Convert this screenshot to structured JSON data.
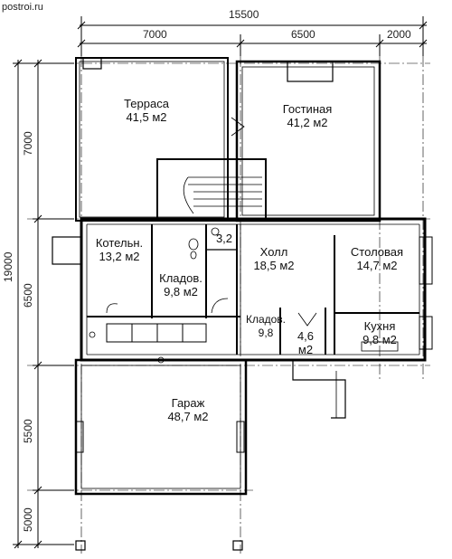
{
  "site": "postroi.ru",
  "dimensions": {
    "total_width": "15500",
    "top_segments": [
      "7000",
      "6500",
      "2000"
    ],
    "total_height": "19000",
    "left_segments": [
      "7000",
      "6500",
      "5500",
      "5000"
    ]
  },
  "rooms": [
    {
      "name": "Терраса",
      "area": "41,5 м2"
    },
    {
      "name": "Гостиная",
      "area": "41,2 м2"
    },
    {
      "name": "Котельн.",
      "area": "13,2 м2"
    },
    {
      "name": "Кладов.",
      "area": "9,8 м2"
    },
    {
      "name": "",
      "area": "3,2"
    },
    {
      "name": "Холл",
      "area": "18,5 м2"
    },
    {
      "name": "Столовая",
      "area": "14,7 м2"
    },
    {
      "name": "Кладов.",
      "area": "9,8"
    },
    {
      "name": "",
      "area": "4,6 м2"
    },
    {
      "name": "Кухня",
      "area": "9,8 м2"
    },
    {
      "name": "Гараж",
      "area": "48,7 м2"
    }
  ]
}
